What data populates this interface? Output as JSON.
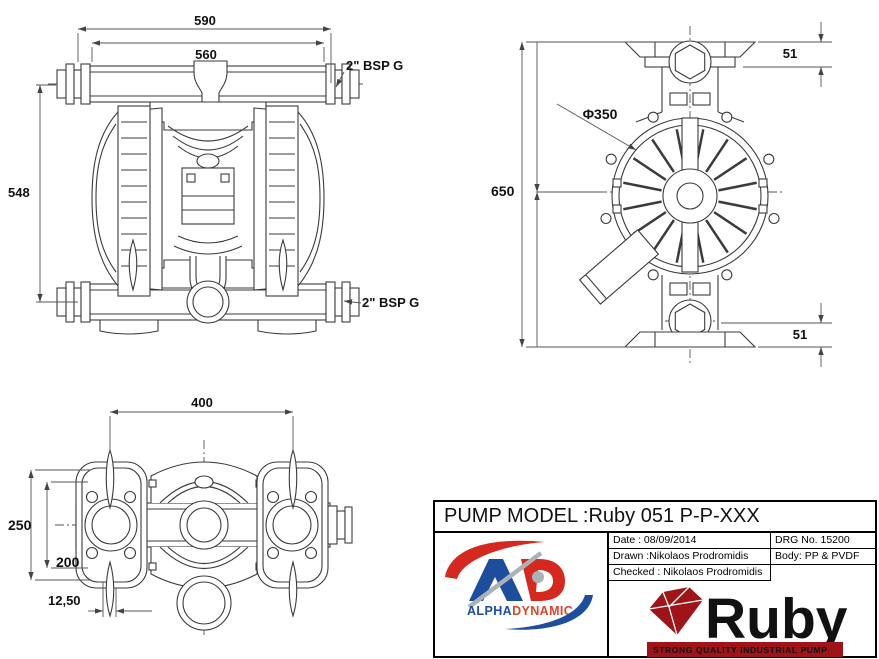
{
  "colors": {
    "line": "#3b3b3b",
    "dim_line": "#555555",
    "dim_text": "#111111",
    "alpha_red": "#d5281e",
    "alpha_blue": "#1d4e9e",
    "alpha_dynamic_red": "#d9472b",
    "alpha_gray": "#aab1b8",
    "ruby_red": "#9e1418"
  },
  "views": {
    "front": {
      "dim_width_overall": "590",
      "dim_width_inner": "560",
      "dim_height": "548",
      "port_top_label": "2\" BSP G",
      "port_bottom_label": "2\" BSP G"
    },
    "side": {
      "dim_foot_top": "51",
      "dim_diameter": "Φ350",
      "dim_height": "650",
      "dim_foot_bottom": "51"
    },
    "top": {
      "dim_width": "400",
      "dim_depth_outer": "250",
      "dim_depth_inner": "200",
      "dim_offset": "12,50"
    }
  },
  "title_block": {
    "pump_model": "PUMP MODEL :Ruby 051 P-P-XXX",
    "date": "Date : 08/09/2014",
    "drg_no": "DRG No. 15200",
    "drawn": "Drawn :Nikolaos Prodromidis",
    "body": "Body: PP & PVDF",
    "checked": "Checked : Nikolaos Prodromidis",
    "alphadynamic": {
      "word_alpha": "ALPHA",
      "word_dynamic": "DYNAMIC"
    },
    "ruby": {
      "wordmark": "Ruby",
      "tagline": "STRONG QUALITY INDUSTRIAL PUMP"
    }
  }
}
